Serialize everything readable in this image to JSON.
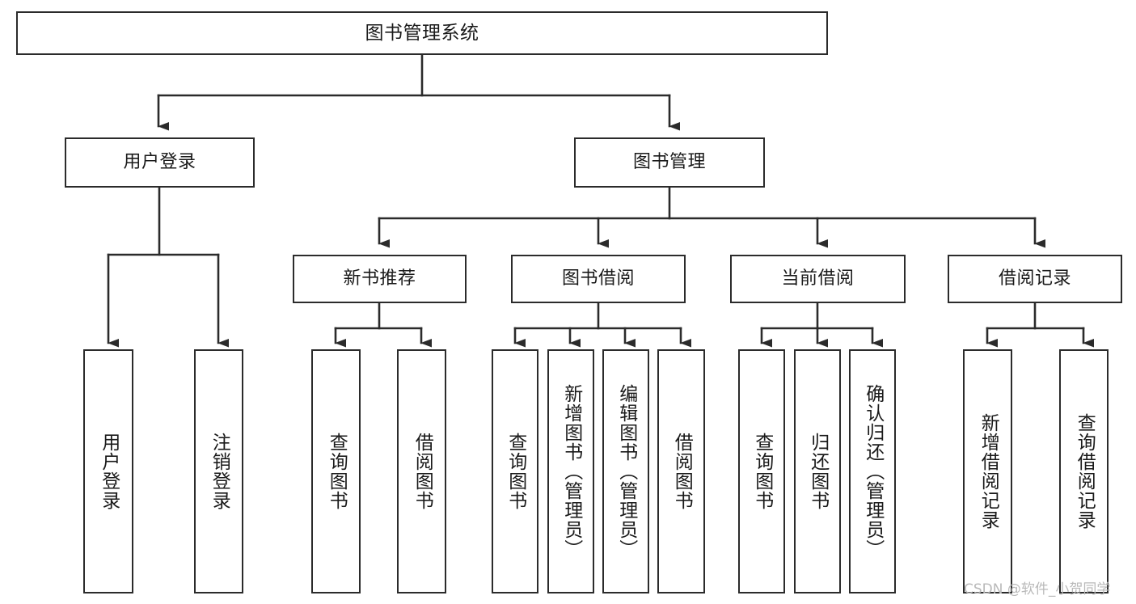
{
  "diagram": {
    "title": "图书管理系统",
    "type": "功能结构图",
    "root": {
      "label": "图书管理系统"
    },
    "level2": [
      {
        "label": "用户登录"
      },
      {
        "label": "图书管理"
      }
    ],
    "level3": [
      {
        "label": "新书推荐"
      },
      {
        "label": "图书借阅"
      },
      {
        "label": "当前借阅"
      },
      {
        "label": "借阅记录"
      }
    ],
    "leaves": {
      "user_login": [
        {
          "label": "用户登录"
        },
        {
          "label": "注销登录"
        }
      ],
      "new_book_recommend": [
        {
          "label": "查询图书"
        },
        {
          "label": "借阅图书"
        }
      ],
      "book_borrow": [
        {
          "label": "查询图书"
        },
        {
          "label": "新增图书（管理员）"
        },
        {
          "label": "编辑图书（管理员）"
        },
        {
          "label": "借阅图书"
        }
      ],
      "current_borrow": [
        {
          "label": "查询图书"
        },
        {
          "label": "归还图书"
        },
        {
          "label": "确认归还（管理员）"
        }
      ],
      "borrow_record": [
        {
          "label": "新增借阅记录"
        },
        {
          "label": "查询借阅记录"
        }
      ]
    }
  },
  "watermark": {
    "text": "CSDN @软件_小贺同学"
  },
  "colors": {
    "box_border": "#2b2b2b",
    "box_fill": "#ffffff",
    "connector": "#2b2b2b",
    "text": "#1a1a1a",
    "watermark": "#b9b9b9",
    "background": "#ffffff"
  }
}
